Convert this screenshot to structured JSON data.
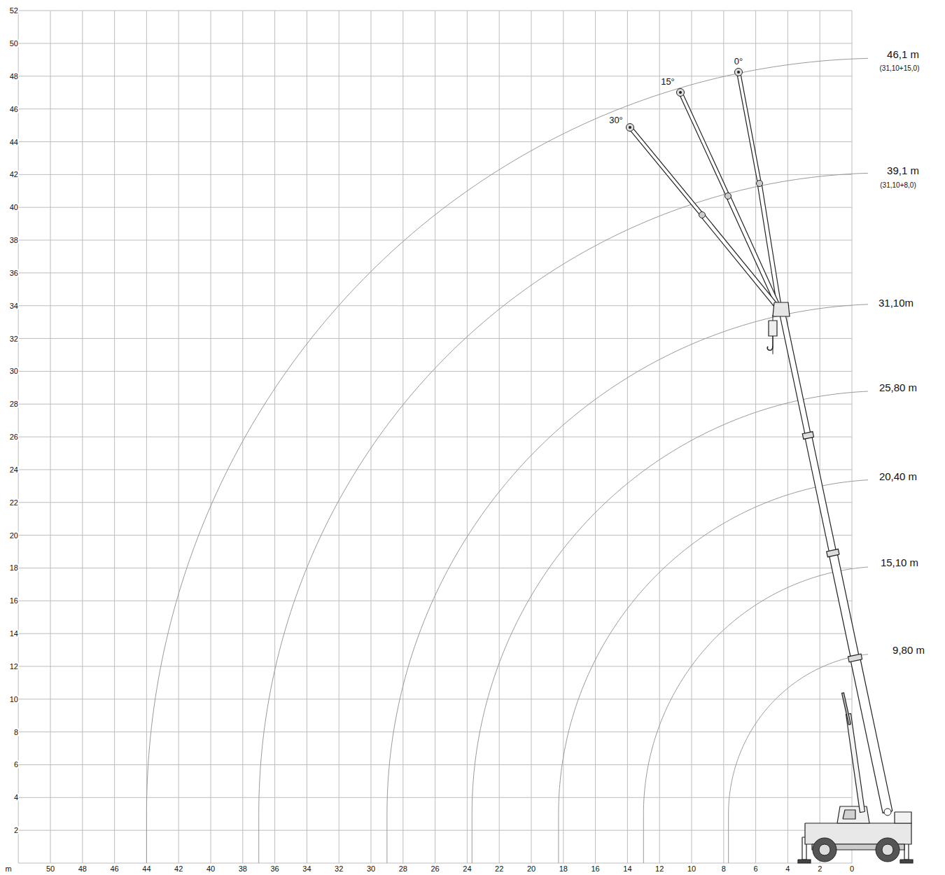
{
  "diagram": {
    "labels": [
      "52",
      "50",
      "48",
      "46",
      "44",
      "42",
      "40",
      "38",
      "36",
      "34",
      "32",
      "30",
      "28",
      "26",
      "24",
      "22",
      "20",
      "18",
      "16",
      "14",
      "12",
      "10",
      "8",
      "6",
      "4",
      "2",
      "m",
      "50",
      "48",
      "46",
      "44",
      "42",
      "40",
      "38",
      "36",
      "34",
      "32",
      "30",
      "28",
      "26",
      "24",
      "22",
      "20",
      "18",
      "16",
      "14",
      "12",
      "10",
      "8",
      "6",
      "4",
      "2",
      "0",
      "46,1 m",
      "(31,10+15,0)",
      "0°",
      "15°",
      "30°",
      "39,1 m",
      "(31,10+8,0)",
      "31,10m",
      "25,80 m",
      "20,40 m",
      "15,10 m",
      "9,80 m"
    ]
  }
}
